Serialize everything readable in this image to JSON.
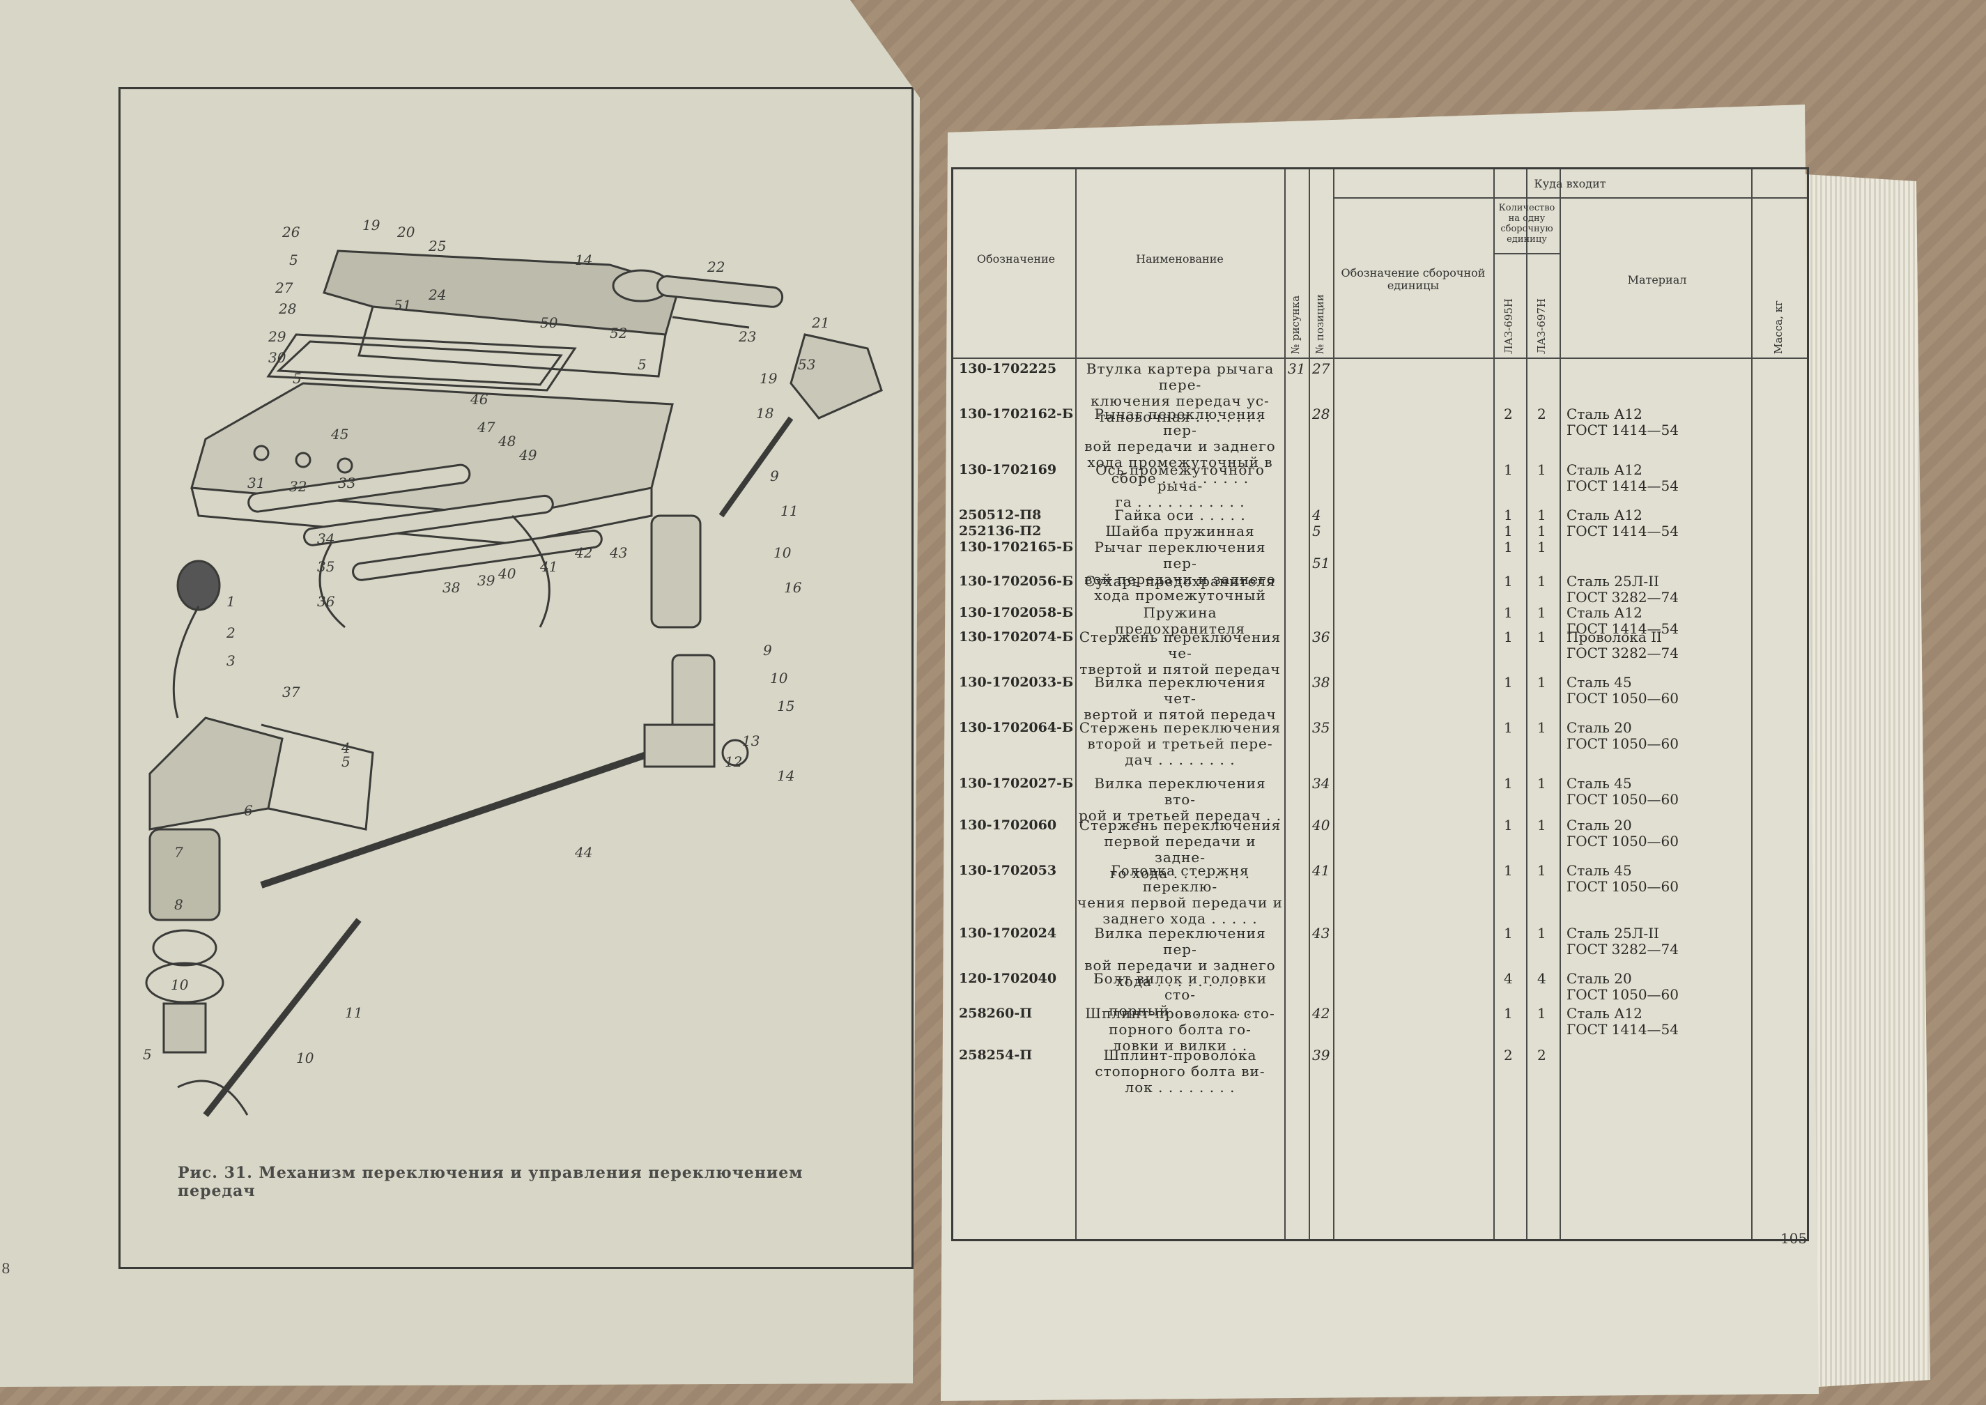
{
  "figure": {
    "caption": "Рис. 31. Механизм переключения и управления переключением передач",
    "left_page_number": "8",
    "callouts": [
      "26",
      "5",
      "19",
      "20",
      "25",
      "14",
      "22",
      "21",
      "27",
      "28",
      "51",
      "24",
      "23",
      "29",
      "30",
      "5",
      "50",
      "52",
      "5",
      "53",
      "19",
      "18",
      "31",
      "32",
      "33",
      "49",
      "48",
      "47",
      "46",
      "45",
      "34",
      "35",
      "36",
      "38",
      "39",
      "40",
      "41",
      "42",
      "43",
      "9",
      "11",
      "10",
      "16",
      "1",
      "2",
      "3",
      "37",
      "9",
      "10",
      "15",
      "14",
      "12",
      "13",
      "4",
      "5",
      "6",
      "7",
      "8",
      "44",
      "10",
      "11",
      "5",
      "10"
    ]
  },
  "table": {
    "headers": {
      "designation": "Обозначение",
      "name": "Наименование",
      "fig_no": "№ рисунка",
      "pos_no": "№ позиции",
      "where_used": "Куда входит",
      "assembly": "Обозначение сборочной единицы",
      "qty": "Количество на одну сборочную единицу",
      "laz695": "ЛАЗ-695Н",
      "laz697": "ЛАЗ-697Н",
      "material": "Материал",
      "mass": "Масса, кг"
    },
    "rows": [
      {
        "code": "130-1702225",
        "name": "Втулка картера рычага пере-\nключения передач ус-\nтановочная . . . . . . .",
        "fig": "31",
        "pos": "27",
        "q1": "",
        "q2": "",
        "mat": ""
      },
      {
        "code": "130-1702162-Б",
        "name": "Рычаг переключения пер-\nвой передачи и заднего\nхода промежуточный в\nсборе . . . . . . . . .",
        "fig": "",
        "pos": "28",
        "q1": "2",
        "q2": "2",
        "mat": "Сталь А12\n      ГОСТ 1414—54"
      },
      {
        "code": "130-1702169",
        "name": "Ось промежуточного рыча-\nга . . . . . . . . . . .",
        "fig": "",
        "pos": "",
        "q1": "1",
        "q2": "1",
        "mat": "Сталь А12\n      ГОСТ 1414—54"
      },
      {
        "code": "250512-П8\n252136-П2\n130-1702165-Б",
        "name": "Гайка оси . . . . .\nШайба пружинная\nРычаг переключения пер-\nвой передачи и заднего\nхода промежуточный",
        "fig": "",
        "pos": "4\n5\n\n51",
        "q1": "1\n1\n1",
        "q2": "1\n1\n1",
        "mat": "Сталь А12\n      ГОСТ 1414—54"
      },
      {
        "code": "130-1702056-Б",
        "name": "Сухарь предохранителя",
        "fig": "",
        "pos": "",
        "q1": "1",
        "q2": "1",
        "mat": "Сталь 25Л-II\n      ГОСТ 3282—74"
      },
      {
        "code": "130-1702058-Б",
        "name": "Пружина предохранителя",
        "fig": "",
        "pos": "",
        "q1": "1",
        "q2": "1",
        "mat": "Сталь А12\n      ГОСТ 1414—54"
      },
      {
        "code": "130-1702074-Б",
        "name": "Стержень переключения че-\nтвертой и пятой передач",
        "fig": "",
        "pos": "36",
        "q1": "1",
        "q2": "1",
        "mat": "Проволока II\n      ГОСТ 3282—74"
      },
      {
        "code": "130-1702033-Б",
        "name": "Вилка переключения чет-\nвертой и пятой передач",
        "fig": "",
        "pos": "38",
        "q1": "1",
        "q2": "1",
        "mat": "Сталь 45\n      ГОСТ 1050—60"
      },
      {
        "code": "130-1702064-Б",
        "name": "Стержень переключения\nвторой и третьей пере-\nдач . . . . . . . .",
        "fig": "",
        "pos": "35",
        "q1": "1",
        "q2": "1",
        "mat": "Сталь 20\n      ГОСТ 1050—60"
      },
      {
        "code": "130-1702027-Б",
        "name": "Вилка переключения вто-\nрой и третьей передач . .",
        "fig": "",
        "pos": "34",
        "q1": "1",
        "q2": "1",
        "mat": "Сталь 45\n      ГОСТ 1050—60"
      },
      {
        "code": "130-1702060",
        "name": "Стержень переключения\nпервой передачи и задне-\nго хода . . . . . . . .",
        "fig": "",
        "pos": "40",
        "q1": "1",
        "q2": "1",
        "mat": "Сталь 20\n      ГОСТ 1050—60"
      },
      {
        "code": "130-1702053",
        "name": "Головка стержня переклю-\nчения первой передачи и\nзаднего хода . . . . .",
        "fig": "",
        "pos": "41",
        "q1": "1",
        "q2": "1",
        "mat": "Сталь 45\n      ГОСТ 1050—60"
      },
      {
        "code": "130-1702024",
        "name": "Вилка переключения пер-\nвой передачи и заднего\nхода . . . . . . . . .",
        "fig": "",
        "pos": "43",
        "q1": "1",
        "q2": "1",
        "mat": "Сталь 25Л-II\n      ГОСТ 3282—74"
      },
      {
        "code": "120-1702040",
        "name": "Болт вилок и головки сто-\nпорный . . . . . . . .",
        "fig": "",
        "pos": "",
        "q1": "4",
        "q2": "4",
        "mat": "Сталь 20\n      ГОСТ 1050—60"
      },
      {
        "code": "258260-П",
        "name": "Шплинт-проволока сто-\nпорного болта го-\nловки и вилки . .",
        "fig": "",
        "pos": "42",
        "q1": "1",
        "q2": "1",
        "mat": "Сталь А12\n      ГОСТ 1414—54"
      },
      {
        "code": "258254-П",
        "name": "Шплинт-проволока\nстопорного болта ви-\nлок . . . . . . . .",
        "fig": "",
        "pos": "39",
        "q1": "2",
        "q2": "2",
        "mat": ""
      }
    ],
    "right_page_number": "105"
  }
}
